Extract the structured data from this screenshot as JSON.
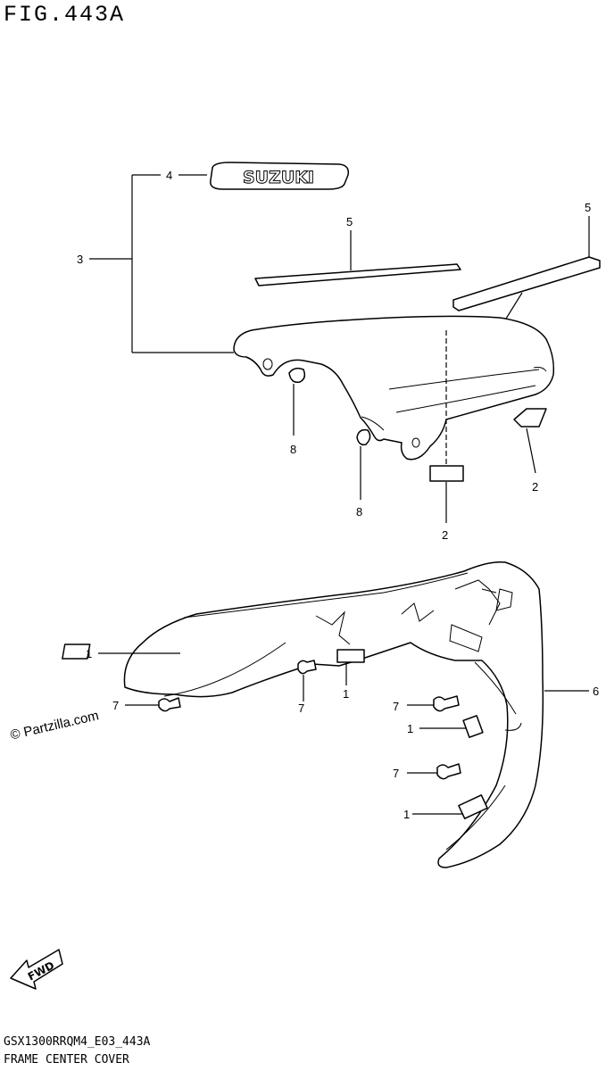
{
  "figure": {
    "title": "FIG.443A",
    "code": "GSX1300RRQM4_E03_443A",
    "caption": "FRAME CENTER COVER",
    "copyright": "© Partzilla.com",
    "emblem_text": "SUZUKI",
    "fwd_text": "FWD"
  },
  "callouts": [
    {
      "id": "c4",
      "text": "4"
    },
    {
      "id": "c3",
      "text": "3"
    },
    {
      "id": "c5a",
      "text": "5"
    },
    {
      "id": "c5b",
      "text": "5"
    },
    {
      "id": "c8a",
      "text": "8"
    },
    {
      "id": "c8b",
      "text": "8"
    },
    {
      "id": "c2a",
      "text": "2"
    },
    {
      "id": "c2b",
      "text": "2"
    },
    {
      "id": "c1a",
      "text": "1"
    },
    {
      "id": "c1b",
      "text": "1"
    },
    {
      "id": "c1c",
      "text": "1"
    },
    {
      "id": "c1d",
      "text": "1"
    },
    {
      "id": "c7a",
      "text": "7"
    },
    {
      "id": "c7b",
      "text": "7"
    },
    {
      "id": "c7c",
      "text": "7"
    },
    {
      "id": "c7d",
      "text": "7"
    },
    {
      "id": "c6",
      "text": "6"
    }
  ]
}
